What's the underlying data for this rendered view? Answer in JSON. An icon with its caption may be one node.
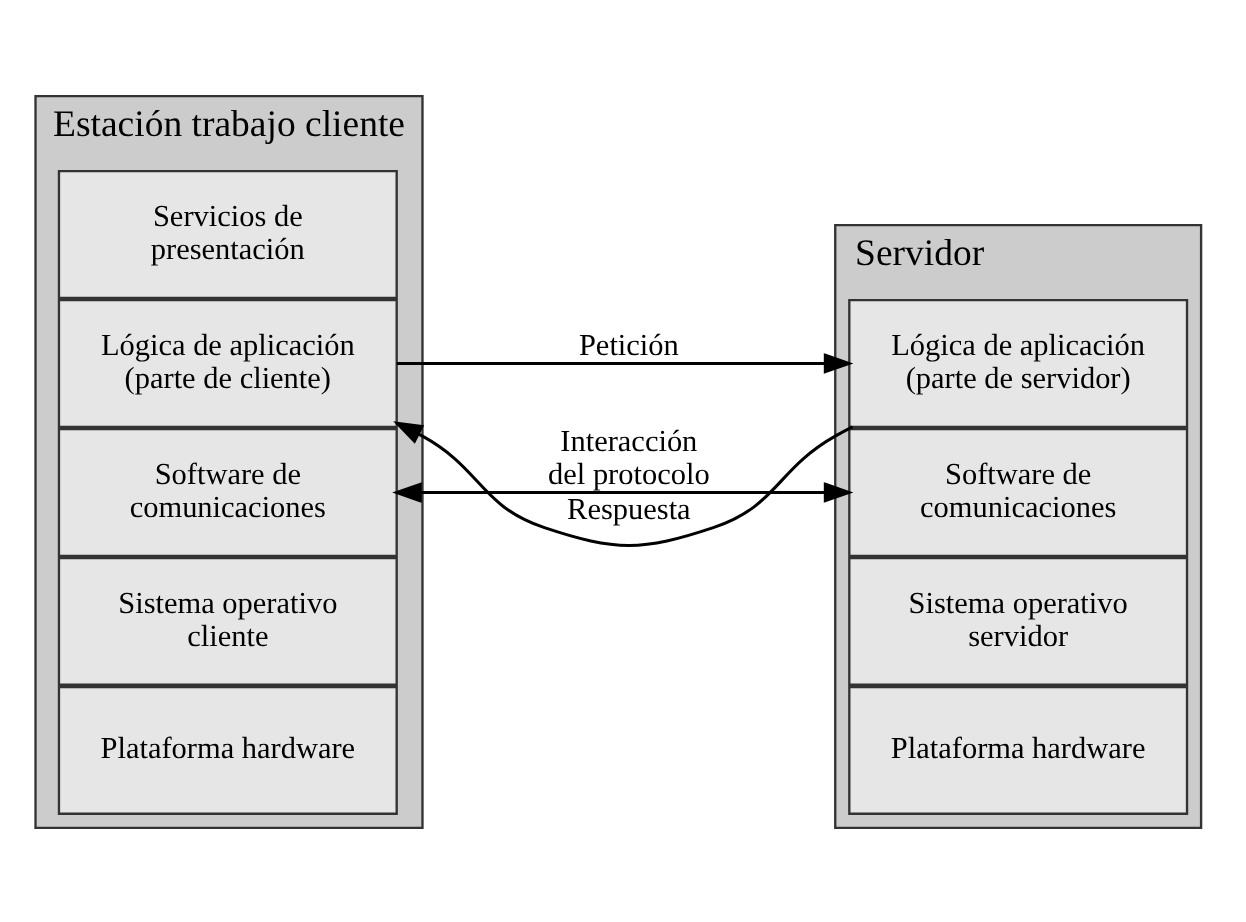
{
  "diagram": {
    "nodes": [
      {
        "text": [
          "Estación trabajo cliente"
        ]
      },
      {
        "text": [
          "Servicios de presentación"
        ],
        "in": 0
      },
      {
        "text": [
          "Lógica de aplicación (parte de cliente)"
        ],
        "in": 0
      },
      {
        "text": [
          "Software de comunicaciones"
        ],
        "in": 0
      },
      {
        "text": [
          "Sistema operativo cliente"
        ],
        "in": 0
      },
      {
        "text": [
          "Plataforma hardware"
        ],
        "in": 0
      },
      {
        "text": [
          "Servidor"
        ]
      },
      {
        "text": [
          "Lógica de aplicación (parte de servidor)"
        ],
        "in": 6
      },
      {
        "text": [
          "Software de comunicaciones"
        ],
        "in": 6
      },
      {
        "text": [
          "Sistema operativo servidor"
        ],
        "in": 6
      },
      {
        "text": [
          "Plataforma hardware"
        ],
        "in": 6
      }
    ],
    "edges": [
      {
        "from": 2,
        "to": 7,
        "arrow": "to",
        "label": "Petición"
      },
      {
        "from": 7,
        "to": 2,
        "arrow": "to",
        "label": "Respuesta"
      },
      {
        "from": 3,
        "to": 8,
        "arrow": "both",
        "label": "Interacción del protocolo"
      }
    ]
  }
}
